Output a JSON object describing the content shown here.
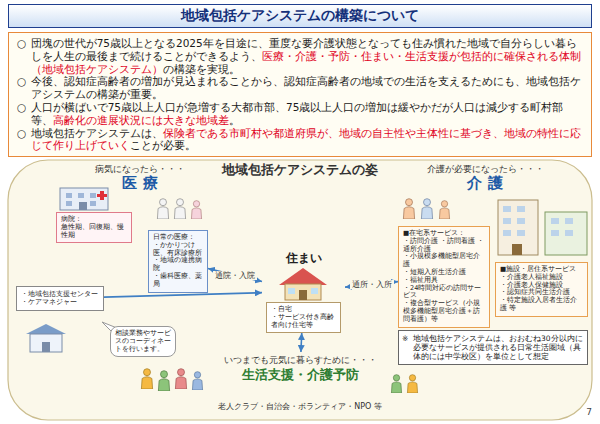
{
  "diagram": {
    "title": "地域包括ケアシステムの構築について",
    "nodes": [
      {
        "text": [
          "○",
          "団塊の世代が75歳以上となる2025年を目途に、重度な要介護状態となっても住み慣れた地域で自分らしい暮らしを人生の最後まで続けることができるよう、",
          "医療・介護・予防・住まい・生活支援が包括的に確保される体制（地域包括ケアシステム）",
          "の構築を実現。",
          "○",
          "今後、認知症高齢者の増加が見込まれることから、認知症高齢者の地域での生活を支えるためにも、地域包括ケアシステムの構築が重要。",
          "○",
          "人口が横ばいで75歳以上人口が急増する大都市部、75歳以上人口の増加は緩やかだが人口は減少する町村部等、",
          "高齢化の進展状況には大きな地域差",
          "。",
          "○",
          "地域包括ケアシステムは、",
          "保険者である市町村や都道府県が、地域の自主性や主体性に基づき、地域の特性に応じて作り上げていく",
          "ことが必要。"
        ]
      },
      {
        "text": [
          "地域包括ケアシステムの姿"
        ]
      },
      {
        "text": [
          "病気になったら・・・",
          "医 療"
        ],
        "in": 1
      },
      {
        "text": [
          "病院：",
          "急性期、回復期、慢性期"
        ],
        "in": 2
      },
      {
        "text": [
          "日常の医療：",
          "・かかりつけ医、有床診療所",
          "・地域の連携病院",
          "・歯科医療、薬局"
        ],
        "in": 2
      },
      {
        "text": [
          "介護が必要になったら・・・",
          "介 護"
        ],
        "in": 1
      },
      {
        "text": [
          "■在宅系サービス：",
          "・訪問介護 ・訪問看護 ・通所介護",
          "・小規模多機能型居宅介護",
          "・短期入所生活介護",
          "・福祉用具",
          "・24時間対応の訪問サービス",
          "・複合型サービス（小規模多機能型居宅介護＋訪問看護）等"
        ],
        "in": 5
      },
      {
        "text": [
          "■施設・居住系サービス",
          "・介護老人福祉施設",
          "・介護老人保健施設",
          "・認知症共同生活介護",
          "・特定施設入居者生活介護 等"
        ],
        "in": 5
      },
      {
        "text": [
          "住まい"
        ],
        "in": 1
      },
      {
        "text": [
          "・自宅",
          "・サービス付き高齢者向け住宅等"
        ],
        "in": 8
      },
      {
        "text": [
          "いつまでも元気に暮らすために・・・",
          "生活支援・介護予防"
        ],
        "in": 1
      },
      {
        "text": [
          "・地域包括支援センター",
          "・ケアマネジャー"
        ],
        "in": 1
      },
      {
        "text": [
          "相談業務やサービスのコーディネートを行います。"
        ],
        "in": 1
      },
      {
        "text": [
          "※",
          "地域包括ケアシステムは、おおむね30分以内に必要なサービスが提供される日常生活圏域（具体的には中学校区）を単位として想定"
        ],
        "in": 1
      }
    ],
    "edges": [
      {
        "from": 4,
        "to": 8,
        "arrow": "both",
        "label": "通院・入院"
      },
      {
        "from": 8,
        "to": 6,
        "arrow": "both",
        "label": "通所・入所"
      },
      {
        "from": 10,
        "to": 8,
        "arrow": "both"
      },
      {
        "from": 11,
        "to": 8,
        "arrow": "to"
      }
    ],
    "labels": [
      "老人クラブ・自治会・ボランティア・NPO 等",
      "7"
    ]
  }
}
